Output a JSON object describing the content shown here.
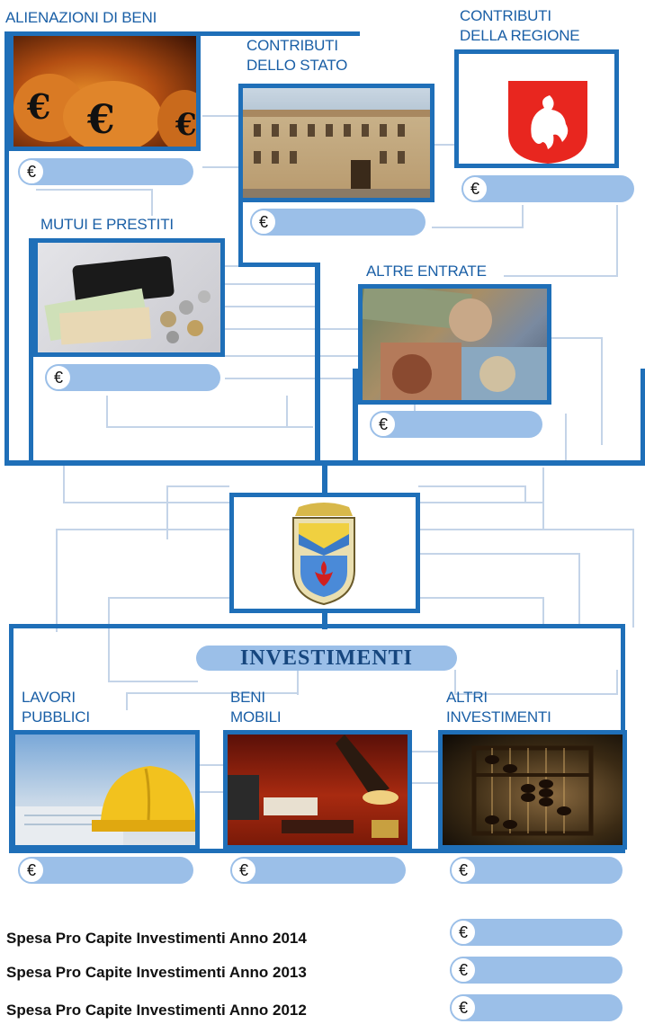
{
  "sources": {
    "alienazioni": {
      "title": "ALIENAZIONI DI BENI"
    },
    "contributi_stato": {
      "title_line1": "CONTRIBUTI",
      "title_line2": "DELLO STATO"
    },
    "contributi_regione": {
      "title_line1": "CONTRIBUTI",
      "title_line2": "DELLA REGIONE"
    },
    "mutui": {
      "title": "MUTUI E PRESTITI"
    },
    "altre_entrate": {
      "title": "ALTRE ENTRATE"
    }
  },
  "investimenti": {
    "title": "INVESTIMENTI",
    "lavori": {
      "title_line1": "LAVORI",
      "title_line2": "PUBBLICI"
    },
    "beni": {
      "title_line1": "BENI",
      "title_line2": "MOBILI"
    },
    "altri": {
      "title_line1": "ALTRI",
      "title_line2": "INVESTIMENTI"
    }
  },
  "currency_symbol": "€",
  "footer": [
    {
      "label": "Spesa Pro Capite Investimenti Anno 2014"
    },
    {
      "label": "Spesa Pro Capite Investimenti Anno 2013"
    },
    {
      "label": "Spesa Pro Capite Investimenti Anno 2012"
    }
  ],
  "colors": {
    "frame": "#1f6fb8",
    "pill": "#9bbfe8",
    "label": "#1a5fa6",
    "connector": "#c4d4e8"
  },
  "icons": [
    "euro-bags-photo",
    "palace-photo",
    "tuscany-coat-of-arms",
    "wallet-photo",
    "banknotes-photo",
    "municipal-crest",
    "hardhat-photo",
    "desk-photo",
    "abacus-photo"
  ]
}
